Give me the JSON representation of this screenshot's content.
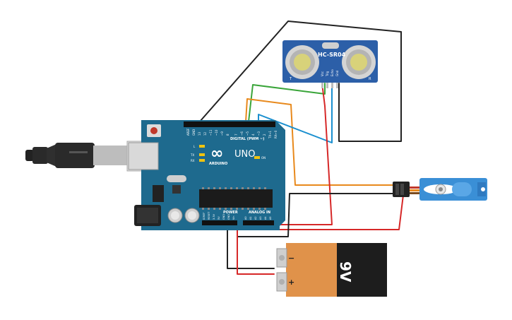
{
  "arduino": {
    "brand_mark": "∞",
    "model": "UNO",
    "brand": "ARDUINO",
    "digital_header": "DIGITAL (PWM ~)",
    "power_header": "POWER",
    "analog_header": "ANALOG IN",
    "on_label": "ON",
    "tx_label": "TX",
    "rx_label": "RX",
    "l_label": "L",
    "top_pins": [
      "AREF",
      "GND",
      "13",
      "12",
      "~11",
      "~10",
      "~9",
      "8",
      "7",
      "~6",
      "~5",
      "4",
      "~3",
      "2",
      "TX→1",
      "RX←0"
    ],
    "power_pins": [
      "IOREF",
      "RESET",
      "3.3V",
      "5V",
      "GND",
      "GND",
      "Vin"
    ],
    "analog_pins": [
      "A0",
      "A1",
      "A2",
      "A3",
      "A4",
      "A5"
    ]
  },
  "sensor": {
    "name": "HC-SR04",
    "pins": [
      "Vcc",
      "Trig",
      "Echo",
      "Gnd"
    ],
    "corner_left": "T",
    "corner_right": "R"
  },
  "battery": {
    "label": "9V",
    "minus": "−",
    "plus": "+"
  },
  "colors": {
    "board": "#1e6a8e",
    "wire_red": "#d62828",
    "wire_black": "#222222",
    "wire_green": "#3aa53a",
    "wire_orange": "#e8891c",
    "wire_blue": "#1a8fcf",
    "battery_body": "#e0924a",
    "servo": "#3a8fd6"
  }
}
